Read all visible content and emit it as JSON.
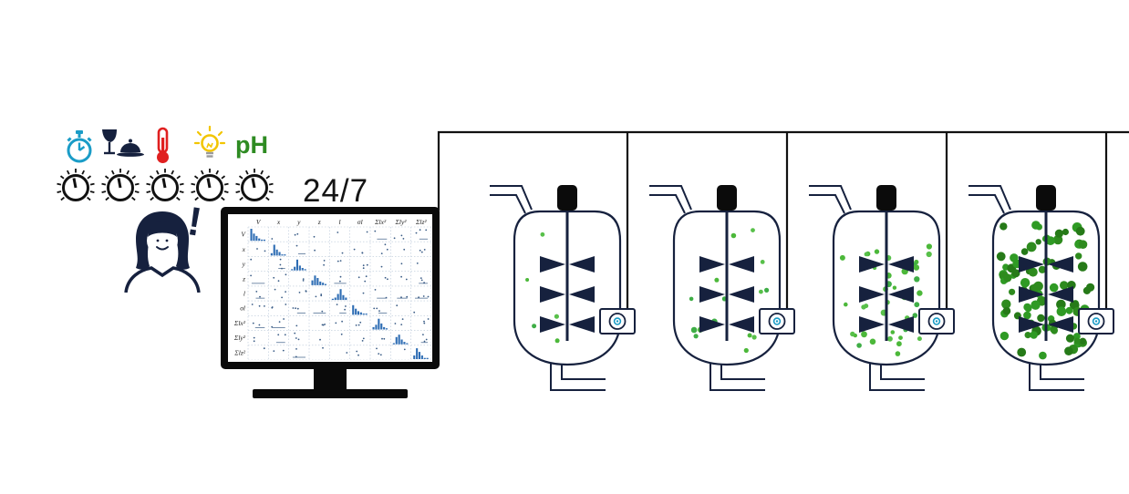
{
  "colors": {
    "ink": "#16213e",
    "pipe": "#111111",
    "blue": "#1a9cc7",
    "red": "#e02020",
    "yellow": "#f2c500",
    "green": "#2e8b22",
    "hist_blue": "#2e6db4",
    "scatter_dot": "#3a5c86",
    "grid": "#b9c7d8"
  },
  "sensors": {
    "items": [
      {
        "name": "timer",
        "color": "#1a9cc7"
      },
      {
        "name": "nutrients",
        "color": "#16213e"
      },
      {
        "name": "temperature",
        "color": "#e02020"
      },
      {
        "name": "light",
        "color": "#f2c500"
      },
      {
        "name": "ph",
        "label": "pH",
        "color": "#2e8b22"
      }
    ],
    "knob_count": 5
  },
  "alert": {
    "symbol": "!"
  },
  "monitor": {
    "uptime_label": "24/7",
    "matrix": {
      "headers": [
        "V",
        "x",
        "y",
        "z",
        "l",
        "σl",
        "Σlx²",
        "Σly²",
        "Σlz²"
      ],
      "row_labels": [
        "V",
        "x",
        "y",
        "z",
        "l",
        "σl",
        "Σlx²",
        "Σly²",
        "Σlz²"
      ],
      "diagonal_histograms": [
        [
          10,
          6,
          4,
          2,
          1,
          1
        ],
        [
          2,
          9,
          5,
          3,
          1,
          1
        ],
        [
          1,
          3,
          9,
          4,
          2,
          1
        ],
        [
          4,
          8,
          6,
          3,
          2,
          1
        ],
        [
          1,
          2,
          5,
          9,
          4,
          2
        ],
        [
          8,
          5,
          3,
          2,
          1,
          1
        ],
        [
          2,
          4,
          9,
          5,
          2,
          1
        ],
        [
          1,
          6,
          8,
          4,
          2,
          1
        ],
        [
          3,
          9,
          6,
          3,
          1,
          1
        ]
      ]
    }
  },
  "reactors": [
    {
      "name": "reactor-1",
      "dots": 5,
      "dot_size": [
        2.0,
        3.0
      ],
      "dot_colors": [
        "#4cb83a",
        "#3fae46",
        "#58c04a"
      ]
    },
    {
      "name": "reactor-2",
      "dots": 17,
      "dot_size": [
        2.2,
        3.6
      ],
      "dot_colors": [
        "#4cb83a",
        "#3fae46",
        "#58c04a"
      ]
    },
    {
      "name": "reactor-3",
      "dots": 40,
      "dot_size": [
        2.2,
        3.8
      ],
      "dot_colors": [
        "#4cb83a",
        "#3fae46",
        "#58c04a"
      ]
    },
    {
      "name": "reactor-4",
      "dots": 95,
      "dot_size": [
        3.2,
        5.4
      ],
      "dot_colors": [
        "#2e8b1e",
        "#2f9a24",
        "#267a18"
      ]
    }
  ]
}
